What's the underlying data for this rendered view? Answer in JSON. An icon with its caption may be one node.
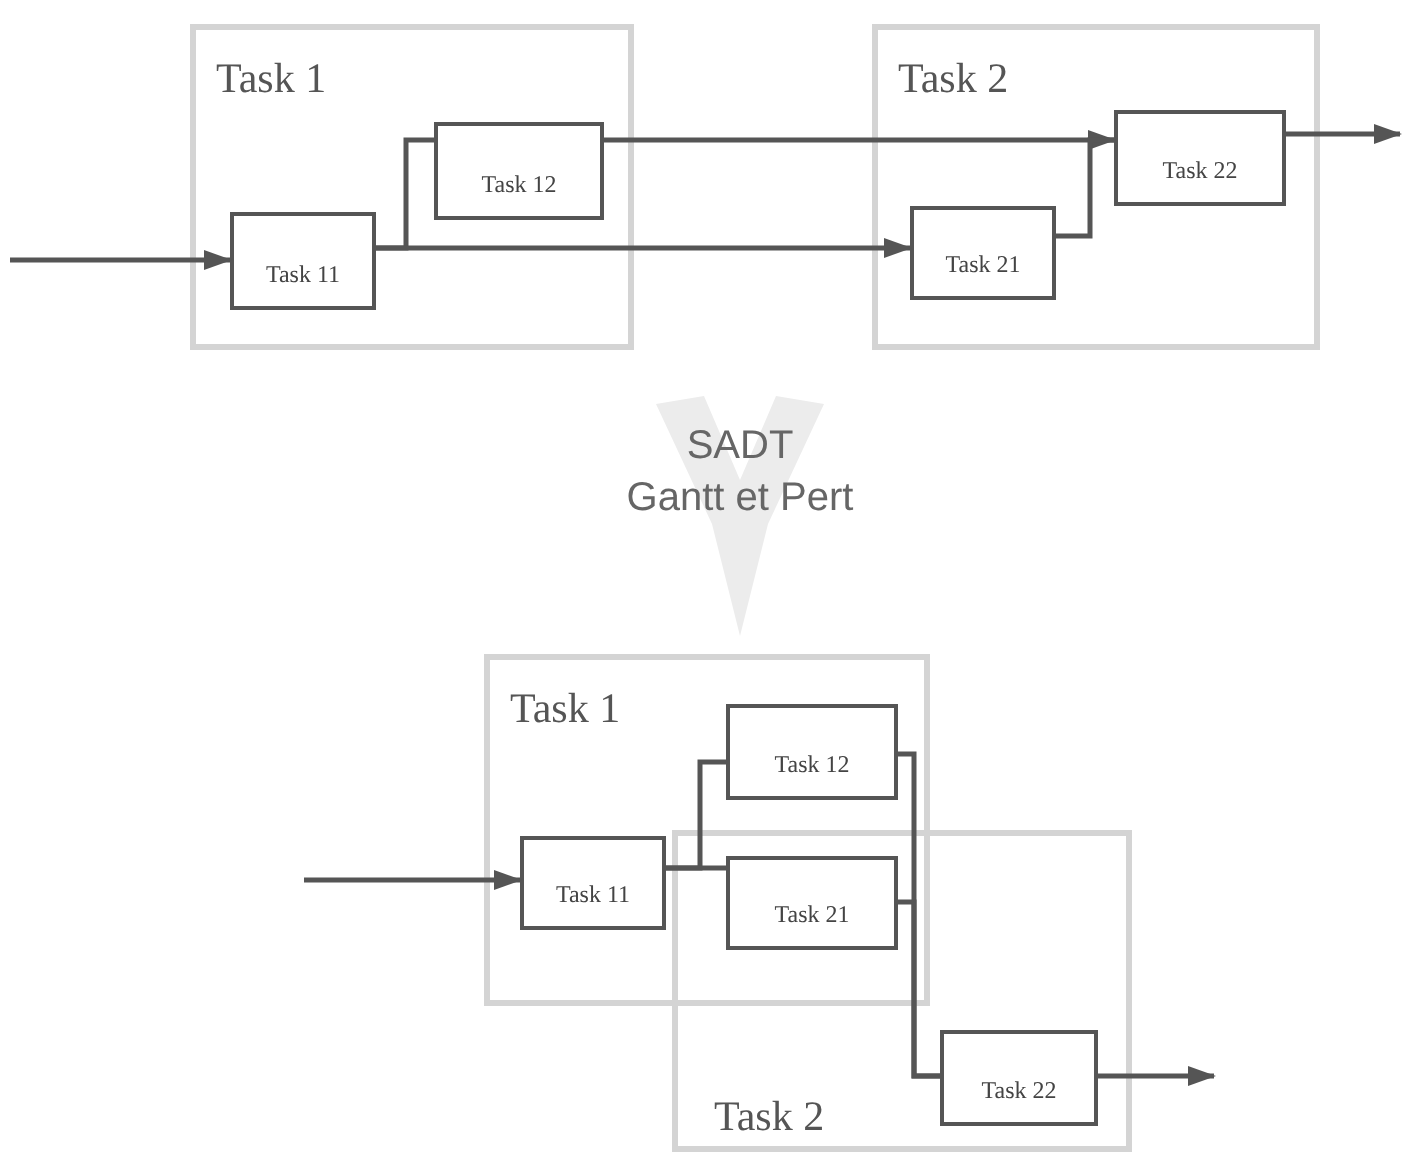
{
  "diagram": {
    "nodes": [
      {
        "text": [
          "Task 1"
        ]
      },
      {
        "text": [
          "Task 11"
        ],
        "in": 0
      },
      {
        "text": [
          "Task 12"
        ],
        "in": 0
      },
      {
        "text": [
          "Task 2"
        ]
      },
      {
        "text": [
          "Task 21"
        ],
        "in": 3
      },
      {
        "text": [
          "Task 22"
        ],
        "in": 3
      },
      {
        "text": [
          "Task 1"
        ]
      },
      {
        "text": [
          "Task 11"
        ],
        "in": 6
      },
      {
        "text": [
          "Task 12"
        ],
        "in": 6
      },
      {
        "text": [
          "Task 21"
        ]
      },
      {
        "text": [
          "Task 2"
        ]
      },
      {
        "text": [
          "Task 22"
        ],
        "in": 10
      }
    ],
    "edges": [
      {
        "from": null,
        "to": 1,
        "arrow": "to"
      },
      {
        "from": 1,
        "to": 2,
        "arrow": "none"
      },
      {
        "from": 1,
        "to": 4,
        "arrow": "to"
      },
      {
        "from": 2,
        "to": 5,
        "arrow": "to"
      },
      {
        "from": 4,
        "to": 5,
        "arrow": "none"
      },
      {
        "from": 5,
        "to": null,
        "arrow": "to"
      },
      {
        "from": null,
        "to": 7,
        "arrow": "to"
      },
      {
        "from": 7,
        "to": 8,
        "arrow": "none"
      },
      {
        "from": 7,
        "to": 9,
        "arrow": "none"
      },
      {
        "from": 8,
        "to": 11,
        "arrow": "none"
      },
      {
        "from": 9,
        "to": 11,
        "arrow": "none"
      },
      {
        "from": 11,
        "to": null,
        "arrow": "to"
      }
    ],
    "labels": [
      "SADT",
      "Gantt et Pert"
    ]
  }
}
